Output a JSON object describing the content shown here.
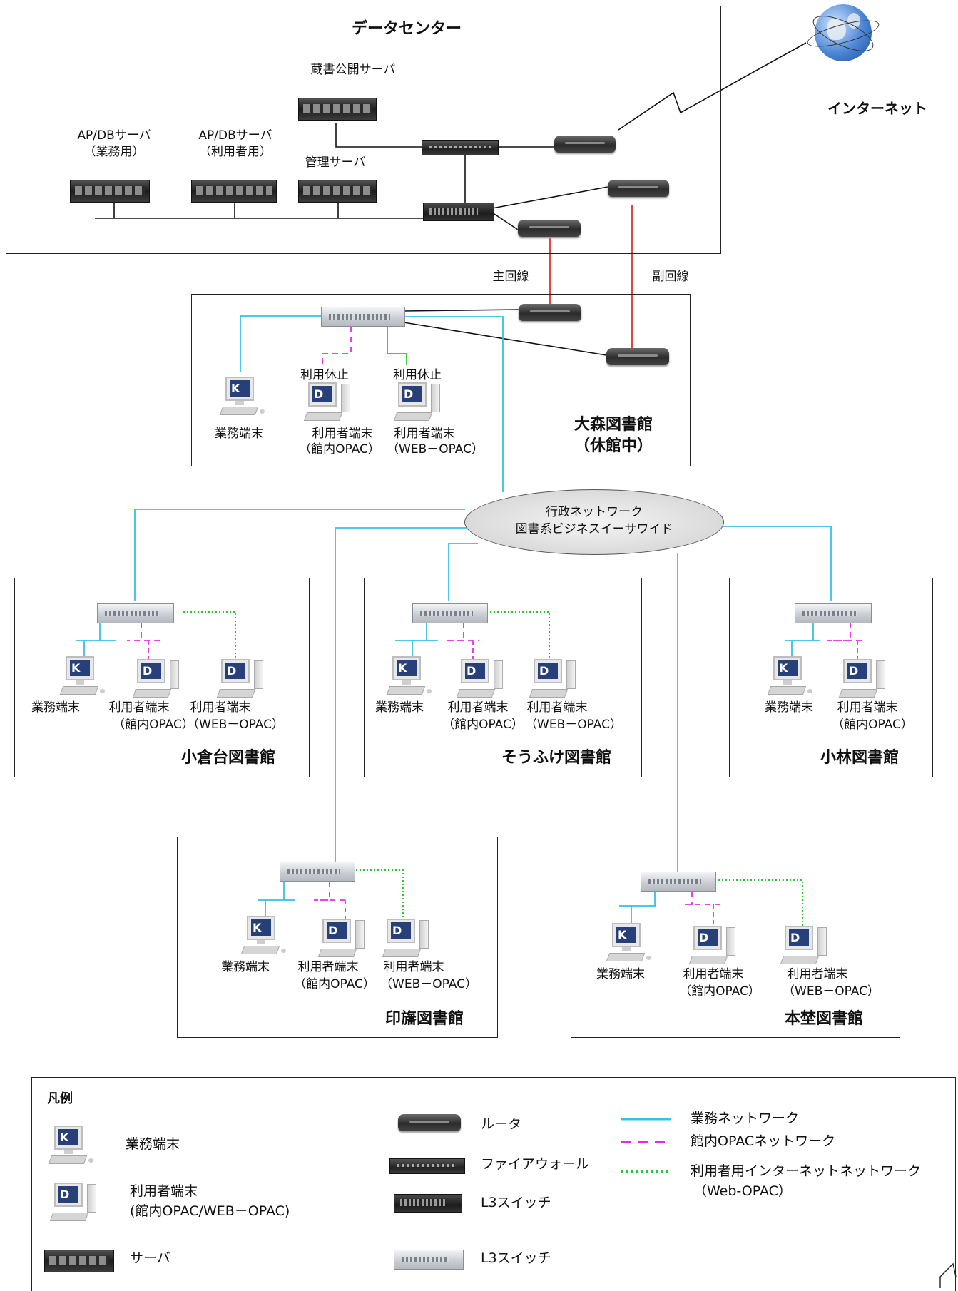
{
  "colors": {
    "business_network": "#36c0e6",
    "opac_network": "#e22de6",
    "web_opac_network": "#2ec42e",
    "wan_line": "#e03030",
    "line": "#111111"
  },
  "icons": {
    "business_terminal": "pc-k-icon",
    "user_terminal": "pc-d-icon",
    "router": "router-icon",
    "firewall": "firewall-icon",
    "l3_switch_dark": "l3-switch-dark-icon",
    "l3_switch_light": "l3-switch-light-icon",
    "server": "server-icon",
    "internet": "globe-icon"
  },
  "data_center": {
    "title": "データセンター",
    "public_server": "蔵書公開サーバ",
    "ap_business_1": "AP/DBサーバ",
    "ap_business_2": "（業務用）",
    "ap_user_1": "AP/DBサーバ",
    "ap_user_2": "（利用者用）",
    "mgmt_server": "管理サーバ"
  },
  "internet": {
    "label": "インターネット"
  },
  "lines": {
    "main": "主回線",
    "sub": "副回線"
  },
  "omori": {
    "title_1": "大森図書館",
    "title_2": "（休館中）",
    "status_1": "利用休止",
    "status_2": "利用休止",
    "business_terminal": "業務端末",
    "user_opac_1": "利用者端末",
    "user_opac_2": "（館内OPAC）",
    "user_web_1": "利用者端末",
    "user_web_2": "（WEB－OPAC）"
  },
  "wan": {
    "line1": "行政ネットワーク",
    "line2": "図書系ビジネスイーサワイド"
  },
  "branches": {
    "ogura": {
      "title": "小倉台図書館",
      "business_terminal": "業務端末",
      "user_opac_1": "利用者端末",
      "user_opac_2": "（館内OPAC）",
      "user_web_1": "利用者端末",
      "user_web_2": "（WEB－OPAC）"
    },
    "soufuke": {
      "title": "そうふけ図書館",
      "business_terminal": "業務端末",
      "user_opac_1": "利用者端末",
      "user_opac_2": "（館内OPAC）",
      "user_web_1": "利用者端末",
      "user_web_2": "（WEB－OPAC）"
    },
    "kobayashi": {
      "title": "小林図書館",
      "business_terminal": "業務端末",
      "user_opac_1": "利用者端末",
      "user_opac_2": "（館内OPAC）"
    },
    "inba": {
      "title": "印旛図書館",
      "business_terminal": "業務端末",
      "user_opac_1": "利用者端末",
      "user_opac_2": "（館内OPAC）",
      "user_web_1": "利用者端末",
      "user_web_2": "（WEB－OPAC）"
    },
    "motohari": {
      "title": "本埜図書館",
      "business_terminal": "業務端末",
      "user_opac_1": "利用者端末",
      "user_opac_2": "（館内OPAC）",
      "user_web_1": "利用者端末",
      "user_web_2": "（WEB－OPAC）"
    }
  },
  "legend": {
    "title": "凡例",
    "business_terminal": "業務端末",
    "user_terminal_1": "利用者端末",
    "user_terminal_2": "(館内OPAC/WEB－OPAC)",
    "server": "サーバ",
    "router": "ルータ",
    "firewall": "ファイアウォール",
    "l3_switch_dark": "L3スイッチ",
    "l3_switch_light": "L3スイッチ",
    "business_network": "業務ネットワーク",
    "opac_network": "館内OPACネットワーク",
    "web_opac_network_1": "利用者用インターネットネットワーク",
    "web_opac_network_2": "（Web-OPAC）"
  }
}
